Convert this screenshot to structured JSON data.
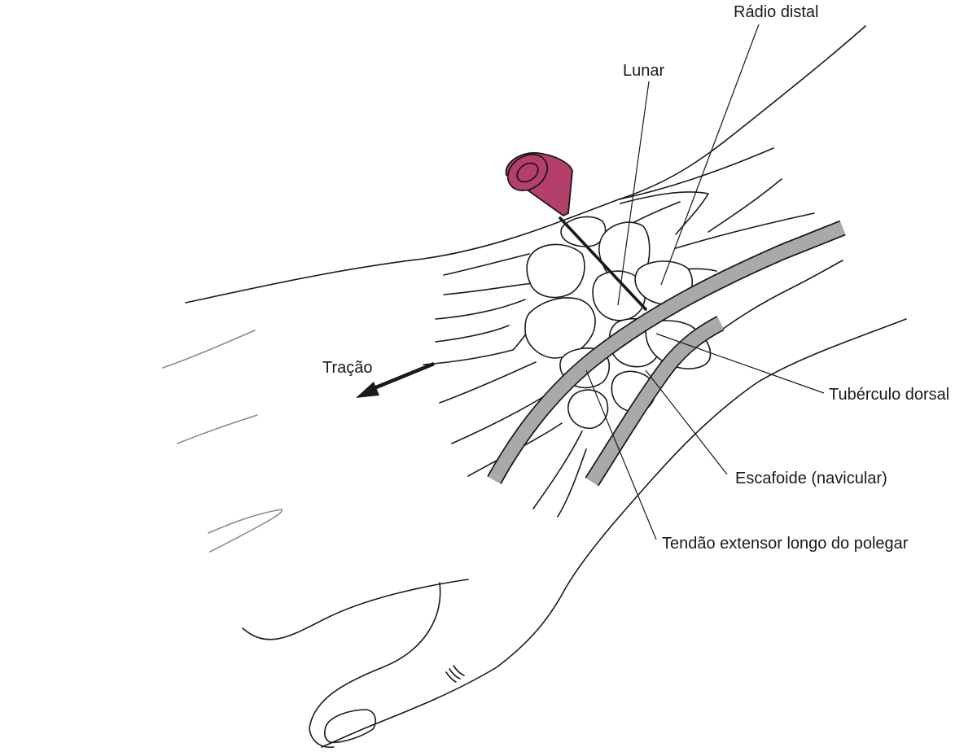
{
  "labels": {
    "radio_distal": "Rádio distal",
    "lunar": "Lunar",
    "tracao": "Tração",
    "tuberculo_dorsal": "Tubérculo dorsal",
    "escafoide": "Escafoide (navicular)",
    "tendao": "Tendão extensor longo do polegar"
  },
  "colors": {
    "needle_hub": "#b43f6b",
    "tendon_gray": "#a9a9a9",
    "line": "#1a1a1a"
  }
}
